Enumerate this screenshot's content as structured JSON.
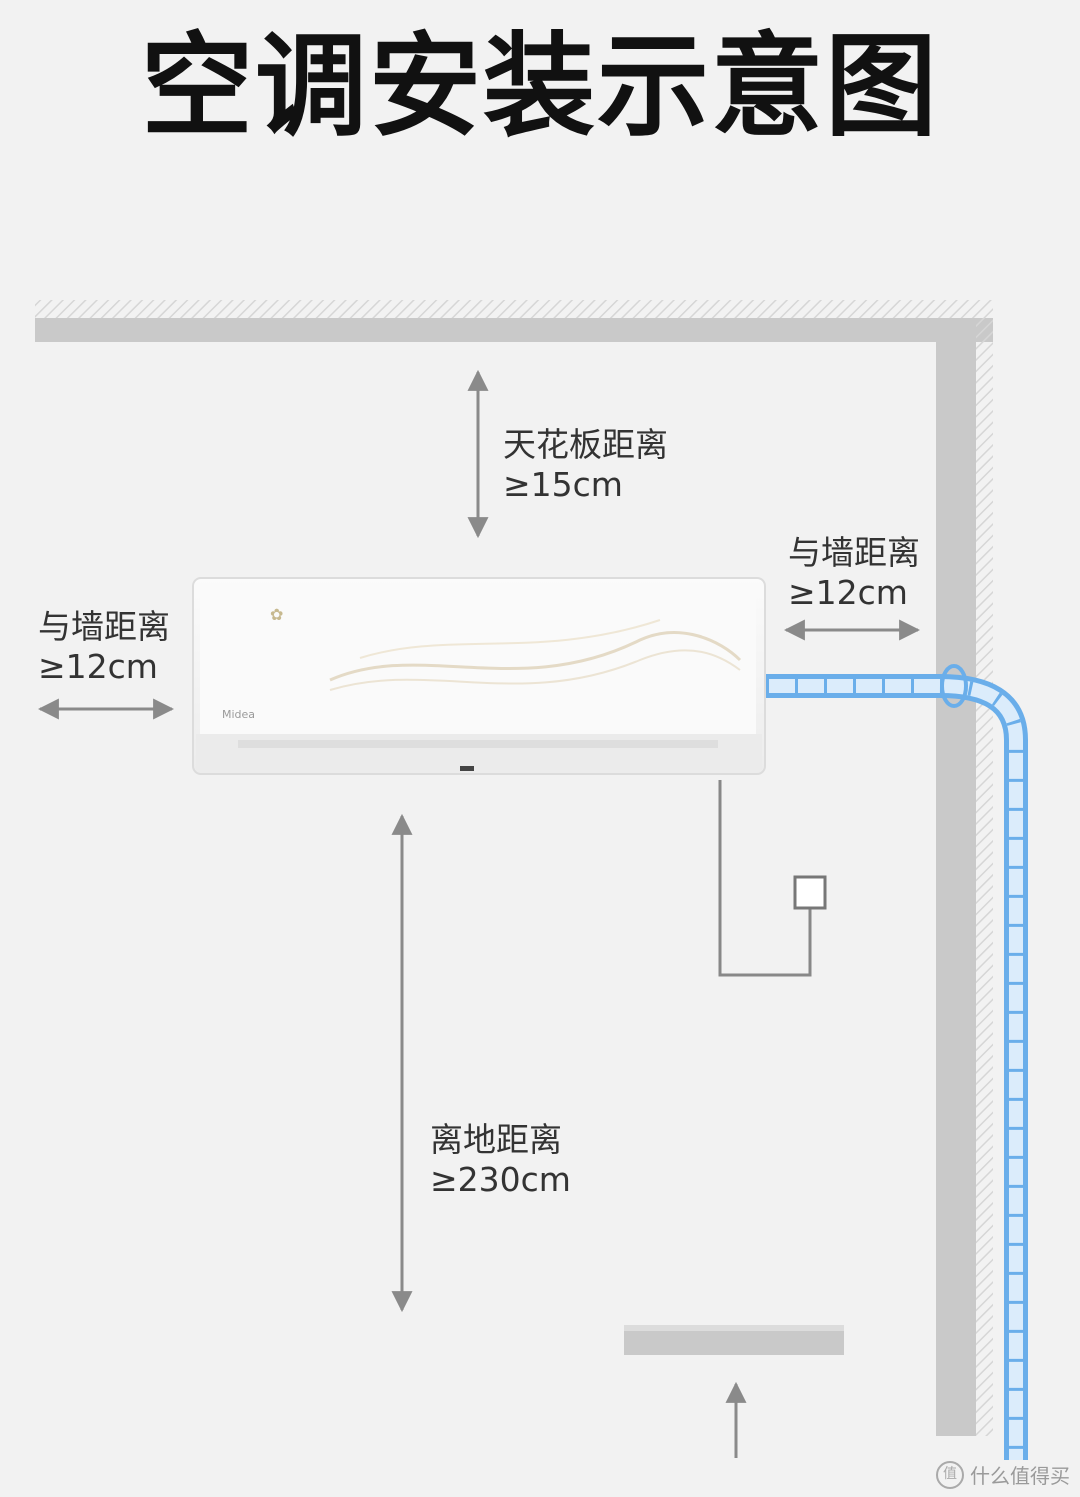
{
  "title": "空调安装示意图",
  "labels": {
    "ceiling": {
      "line1": "天花板距离",
      "line2": "≥15cm"
    },
    "left_wall": {
      "line1": "与墙距离",
      "line2": "≥12cm"
    },
    "right_wall": {
      "line1": "与墙距离",
      "line2": "≥12cm"
    },
    "floor": {
      "line1": "离地距离",
      "line2": "≥230cm"
    }
  },
  "unit": {
    "brand_mark": "Midea"
  },
  "watermark": {
    "text": "什么值得买",
    "icon": "smzdm-logo-icon"
  },
  "colors": {
    "wall": "#c9c9c9",
    "pipe": "#6aaeea",
    "arrow": "#8a8a8a"
  }
}
